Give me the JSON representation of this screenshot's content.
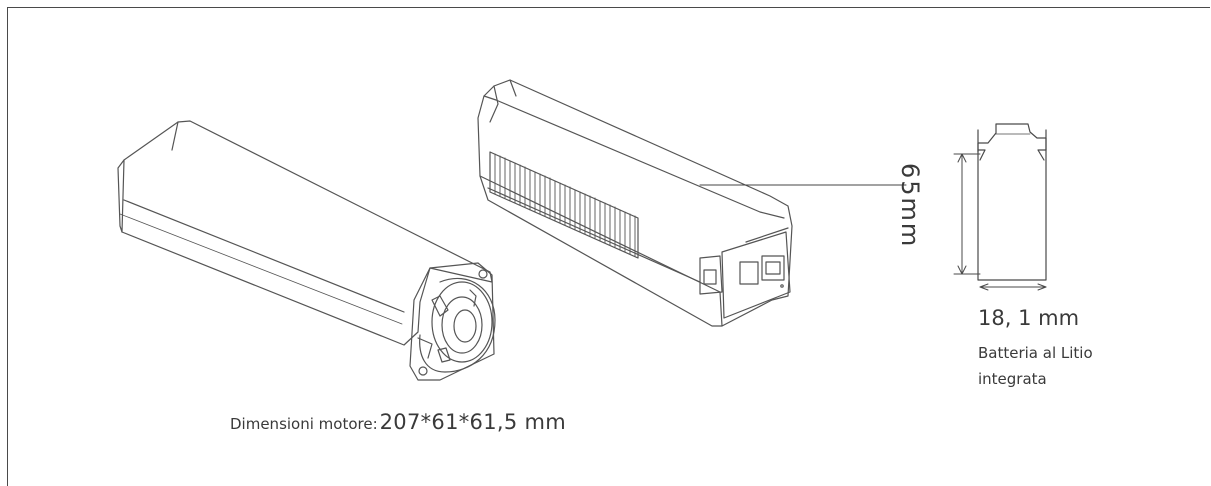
{
  "motor": {
    "label": "Dimensioni motore:",
    "dimensions": "207*61*61,5 mm"
  },
  "battery": {
    "height": "65mm",
    "width": "18, 1 mm",
    "description_line1": "Batteria al Litio",
    "description_line2": "integrata"
  },
  "colors": {
    "line": "#4a4a4a",
    "text": "#3a3a3a"
  }
}
